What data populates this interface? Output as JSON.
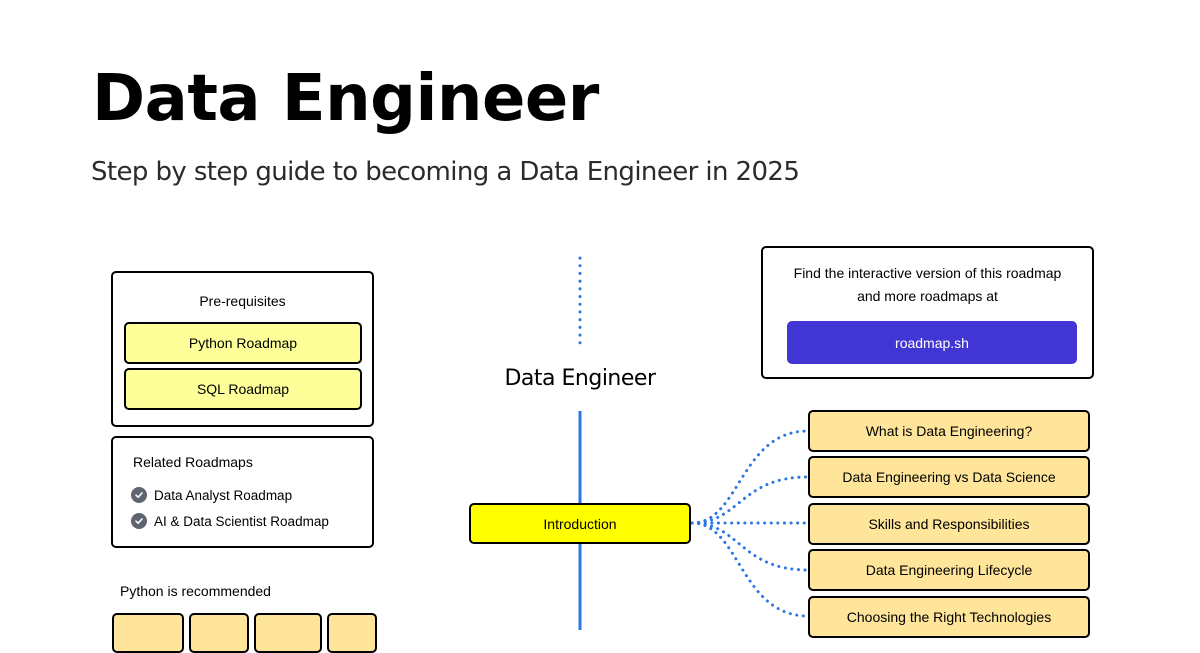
{
  "header": {
    "title": "Data Engineer",
    "subtitle": "Step by step guide to becoming a Data Engineer in 2025"
  },
  "prerequisites": {
    "heading": "Pre-requisites",
    "items": [
      "Python Roadmap",
      "SQL Roadmap"
    ]
  },
  "related": {
    "heading": "Related Roadmaps",
    "items": [
      "Data Analyst Roadmap",
      "AI & Data Scientist Roadmap"
    ]
  },
  "language_note": "Python is recommended",
  "language_boxes": [
    "",
    "",
    "",
    ""
  ],
  "roadmap": {
    "title": "Data Engineer",
    "main_node": "Introduction",
    "topics": [
      "What is Data Engineering?",
      "Data Engineering vs Data Science",
      "Skills and Responsibilities",
      "Data Engineering Lifecycle",
      "Choosing the Right Technologies"
    ]
  },
  "promo": {
    "text_line1": "Find the interactive version of this roadmap",
    "text_line2": "and more roadmaps at",
    "button_label": "roadmap.sh"
  },
  "colors": {
    "accent": "#4136d4",
    "connector": "#2b78e4",
    "main_node": "#ffff00",
    "topic_node": "#fee59a",
    "prereq_node": "#ffff99"
  }
}
